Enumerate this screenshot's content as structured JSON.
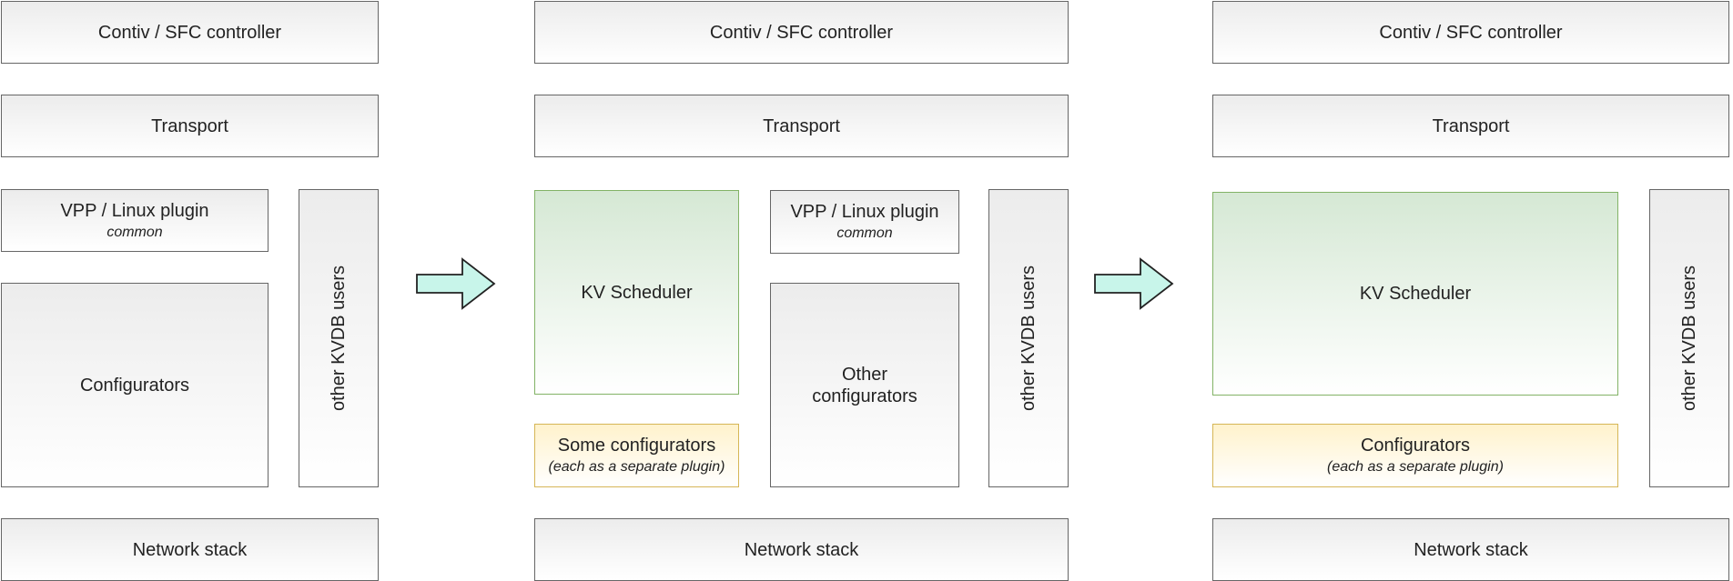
{
  "panel1": {
    "controller": "Contiv / SFC controller",
    "transport": "Transport",
    "plugin": {
      "title": "VPP / Linux plugin",
      "subtitle": "common"
    },
    "configurators": "Configurators",
    "other_users": "other KVDB users",
    "network": "Network stack"
  },
  "panel2": {
    "controller": "Contiv / SFC controller",
    "transport": "Transport",
    "scheduler": "KV Scheduler",
    "plugin": {
      "title": "VPP / Linux plugin",
      "subtitle": "common"
    },
    "some_configurators": {
      "title": "Some configurators",
      "subtitle": "(each as a separate plugin)"
    },
    "other_configurators": "Other configurators",
    "other_users": "other KVDB users",
    "network": "Network stack"
  },
  "panel3": {
    "controller": "Contiv / SFC controller",
    "transport": "Transport",
    "scheduler": "KV Scheduler",
    "configurators": {
      "title": "Configurators",
      "subtitle": "(each as a separate plugin)"
    },
    "other_users": "other KVDB users",
    "network": "Network stack"
  },
  "colors": {
    "arrow_fill": "#c8f5ea",
    "green_border": "#82b366",
    "yellow_border": "#d6b656"
  }
}
